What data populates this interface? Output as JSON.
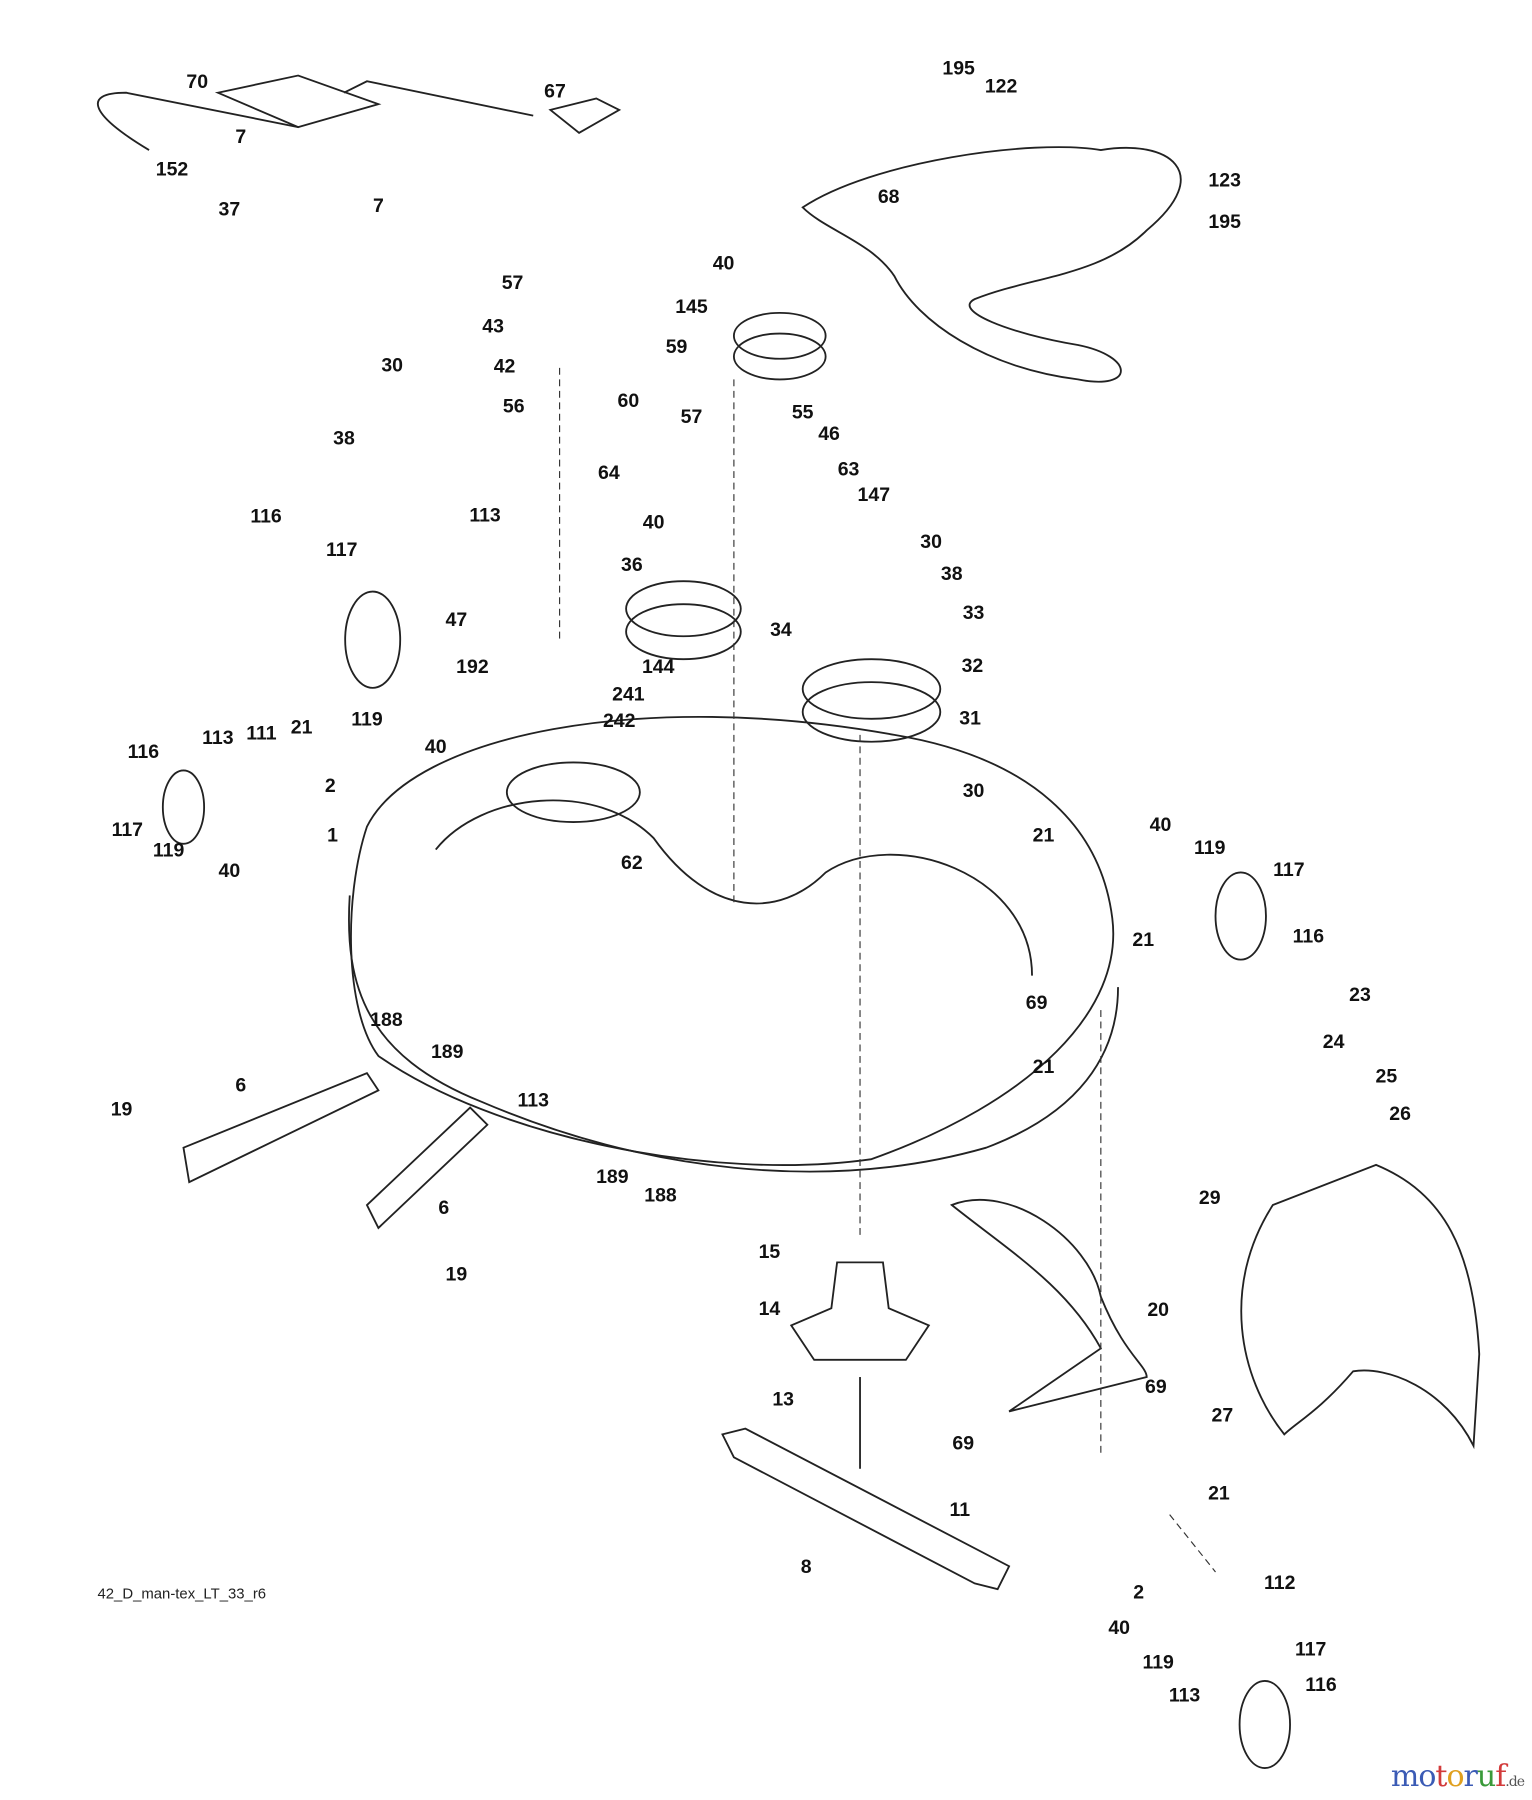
{
  "diagram": {
    "labels": [
      "70",
      "67",
      "195",
      "122",
      "7",
      "152",
      "7",
      "37",
      "68",
      "123",
      "195",
      "40",
      "57",
      "145",
      "43",
      "59",
      "42",
      "60",
      "30",
      "56",
      "57",
      "55",
      "46",
      "38",
      "64",
      "63",
      "147",
      "30",
      "38",
      "113",
      "116",
      "117",
      "40",
      "36",
      "34",
      "33",
      "47",
      "192",
      "144",
      "32",
      "119",
      "40",
      "241",
      "242",
      "31",
      "30",
      "21",
      "116",
      "113",
      "111",
      "2",
      "117",
      "119",
      "40",
      "1",
      "21",
      "40",
      "119",
      "117",
      "62",
      "21",
      "116",
      "23",
      "69",
      "188",
      "189",
      "113",
      "24",
      "25",
      "21",
      "189",
      "188",
      "26",
      "19",
      "6",
      "6",
      "19",
      "29",
      "15",
      "14",
      "20",
      "27",
      "69",
      "69",
      "13",
      "11",
      "21",
      "8",
      "112",
      "2",
      "40",
      "119",
      "117",
      "113",
      "116"
    ],
    "footer_code": "42_D_man-tex_LT_33_r6",
    "stroke_color": "#222222",
    "background": "#ffffff"
  },
  "watermark": {
    "text_parts": [
      "m",
      "o",
      "t",
      "o",
      "r",
      "u",
      "f"
    ],
    "suffix": ".de",
    "colors": [
      "#3b5bb5",
      "#3b5bb5",
      "#d23b3b",
      "#e0a020",
      "#3b5bb5",
      "#3a9a3a",
      "#d23b3b"
    ]
  }
}
